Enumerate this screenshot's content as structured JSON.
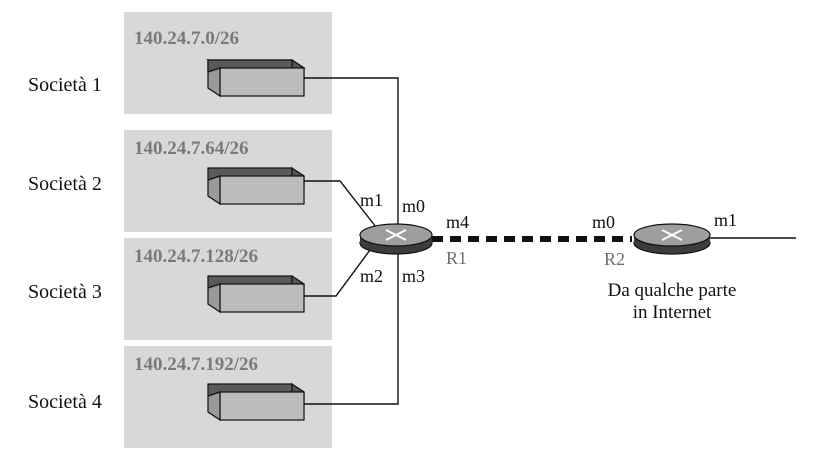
{
  "companies": [
    {
      "label": "Società 1",
      "network": "140.24.7.0/26"
    },
    {
      "label": "Società 2",
      "network": "140.24.7.64/26"
    },
    {
      "label": "Società 3",
      "network": "140.24.7.128/26"
    },
    {
      "label": "Società 4",
      "network": "140.24.7.192/26"
    }
  ],
  "router_r1": {
    "name": "R1",
    "ports": {
      "m0": "m0",
      "m1": "m1",
      "m2": "m2",
      "m3": "m3",
      "m4": "m4"
    }
  },
  "router_r2": {
    "name": "R2",
    "ports": {
      "m0": "m0",
      "m1": "m1"
    }
  },
  "internet_caption": {
    "line1": "Da qualche parte",
    "line2": "in Internet"
  },
  "colors": {
    "panel": "#d8d8d8",
    "switch_top": "#5a5a5a",
    "switch_front": "#bdbdbd",
    "router_body": "#9e9e9e",
    "router_base": "#3c3c3c",
    "network_text": "#7a7a7a"
  },
  "icons": {
    "switch": "switch-icon",
    "router": "router-icon"
  }
}
